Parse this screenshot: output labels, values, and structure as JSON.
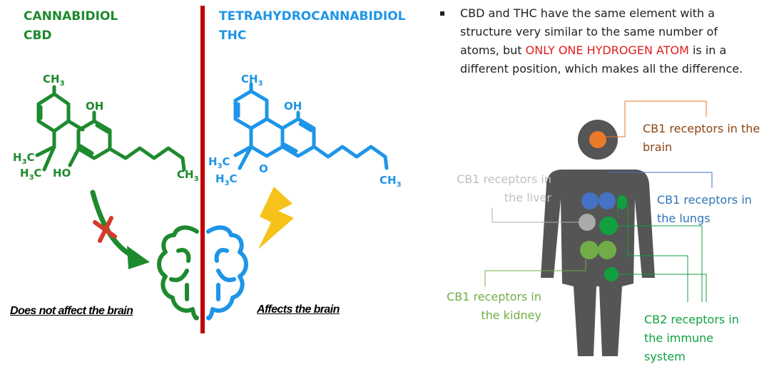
{
  "cbd": {
    "title_line1": "CANNABIDIOL",
    "title_line2": "CBD",
    "groups": {
      "ch3_top": "CH",
      "oh": "OH",
      "ho": "HO",
      "h3c_a": "H",
      "h3c_b": "H",
      "ch3_tail": "CH"
    },
    "caption": "Does not affect the brain"
  },
  "thc": {
    "title_line1": "TETRAHYDROCANNABIDIOL",
    "title_line2": "THC",
    "groups": {
      "ch3_top": "CH",
      "oh": "OH",
      "h3c_a": "H",
      "h3c_b": "H",
      "o": "O",
      "ch3_tail": "CH"
    },
    "caption": "Affects the brain"
  },
  "subscripts": {
    "three": "3"
  },
  "bullet": {
    "text_before": "CBD and THC have the same element with a structure very similar to the same number of atoms, but ",
    "highlight": "ONLY ONE HYDROGEN ATOM",
    "text_after": " is in a different position, which makes all the difference."
  },
  "body_labels": {
    "brain": {
      "line1": "CB1 receptors in the",
      "line2": "brain"
    },
    "liver": {
      "line1": "CB1 receptors in",
      "line2": "the liver"
    },
    "lungs": {
      "line1": "CB1 receptors in",
      "line2": "the lungs"
    },
    "kidney": {
      "line1": "CB1 receptors in",
      "line2": "the kidney"
    },
    "immune": {
      "line1": "CB2 receptors in",
      "line2": "the immune",
      "line3": "system"
    }
  },
  "colors": {
    "cbd_green": "#1e8a2e",
    "thc_blue": "#1e95e8",
    "divider_red": "#c00000",
    "cross_red": "#d63a2a",
    "lightning_yellow": "#f7c21a",
    "silhouette": "#555555",
    "brain_orange": "#ea7a2a",
    "lungs_blue": "#4472c4",
    "liver_gray": "#aaaaaa",
    "organ_green": "#10a040",
    "kidney_green": "#70ad47",
    "label_brown": "#8b4513",
    "label_gray": "#c0c0c0"
  }
}
